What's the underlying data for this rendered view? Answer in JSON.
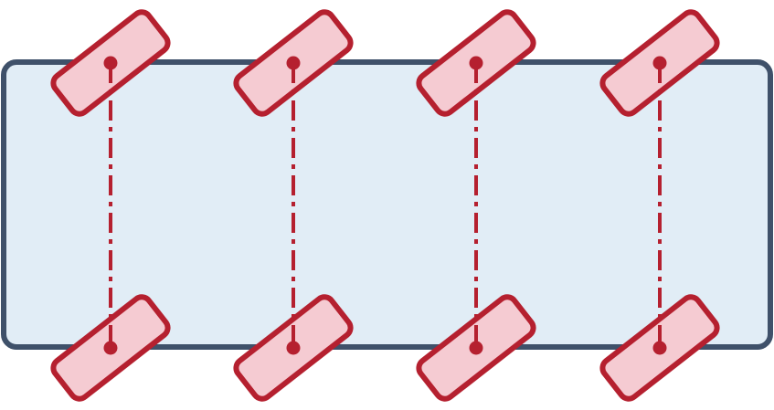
{
  "colors": {
    "background": "#ffffff",
    "body_fill": "#e1edf6",
    "body_stroke": "#3f516a",
    "wheel_fill": "#f5cbd2",
    "wheel_stroke": "#b5202f",
    "axle_line": "#b5202f",
    "pivot_dot": "#b5202f"
  },
  "diagram": {
    "body": {
      "shape": "rounded-rectangle"
    },
    "axle_count": 4,
    "wheels_per_axle": 2,
    "wheel_orientation": "diagonal",
    "axle_line_style": "dash-dot"
  }
}
